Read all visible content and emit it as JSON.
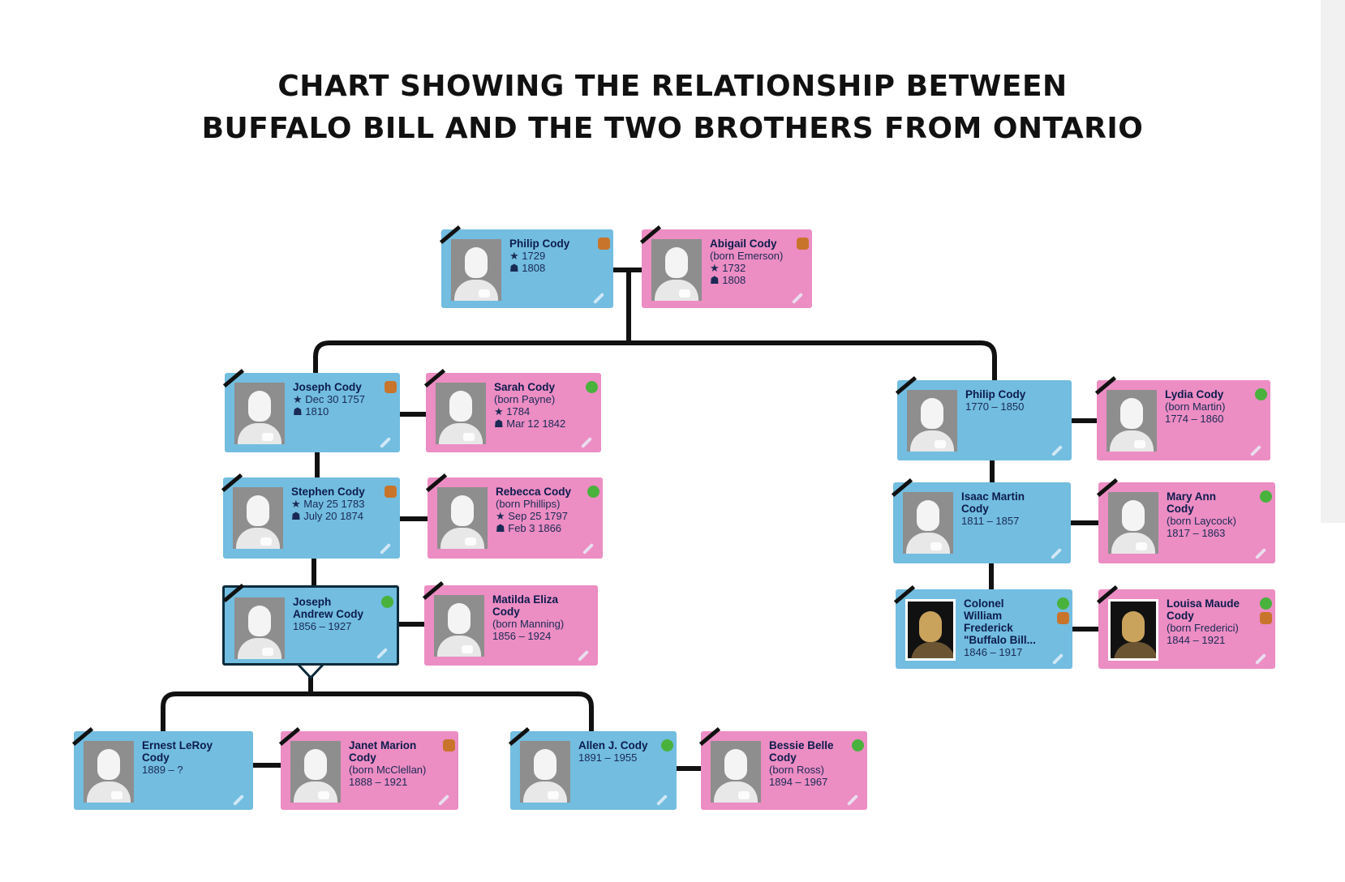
{
  "title": {
    "line1": "CHART SHOWING THE RELATIONSHIP BETWEEN",
    "line2": "BUFFALO BILL AND THE TWO BROTHERS FROM ONTARIO"
  },
  "colors": {
    "male": "#72bde0",
    "female": "#ec8dc3",
    "line": "#111111"
  },
  "people": [
    {
      "id": "philip-cody-1729",
      "gender": "male",
      "name": [
        "Philip Cody"
      ],
      "details": [
        "★ 1729",
        "☗ 1808"
      ],
      "badges": [
        "orange"
      ]
    },
    {
      "id": "abigail-cody",
      "gender": "female",
      "name": [
        "Abigail Cody"
      ],
      "details": [
        "(born Emerson)",
        "★ 1732",
        "☗ 1808"
      ],
      "badges": [
        "orange"
      ]
    },
    {
      "id": "joseph-cody",
      "gender": "male",
      "name": [
        "Joseph Cody"
      ],
      "details": [
        "★ Dec 30 1757",
        "☗ 1810"
      ],
      "badges": [
        "orange"
      ]
    },
    {
      "id": "sarah-cody",
      "gender": "female",
      "name": [
        "Sarah Cody"
      ],
      "details": [
        "(born Payne)",
        "★ 1784",
        "☗ Mar 12 1842"
      ],
      "badges": [
        "green"
      ]
    },
    {
      "id": "stephen-cody",
      "gender": "male",
      "name": [
        "Stephen Cody"
      ],
      "details": [
        "★ May 25 1783",
        "☗ July 20 1874"
      ],
      "badges": [
        "orange"
      ]
    },
    {
      "id": "rebecca-cody",
      "gender": "female",
      "name": [
        "Rebecca Cody"
      ],
      "details": [
        "(born Phillips)",
        "★ Sep 25 1797",
        "☗ Feb 3 1866"
      ],
      "badges": [
        "green"
      ]
    },
    {
      "id": "joseph-andrew-cody",
      "gender": "male",
      "selected": true,
      "name": [
        "Joseph",
        "Andrew Cody"
      ],
      "details": [
        "1856 – 1927"
      ],
      "badges": [
        "green"
      ]
    },
    {
      "id": "matilda-eliza-cody",
      "gender": "female",
      "name": [
        "Matilda Eliza",
        "Cody"
      ],
      "details": [
        "(born Manning)",
        "1856 – 1924"
      ],
      "badges": []
    },
    {
      "id": "philip-cody-1770",
      "gender": "male",
      "name": [
        "Philip Cody"
      ],
      "details": [
        "1770 – 1850"
      ],
      "badges": []
    },
    {
      "id": "lydia-cody",
      "gender": "female",
      "name": [
        "Lydia Cody"
      ],
      "details": [
        "(born Martin)",
        "1774 – 1860"
      ],
      "badges": [
        "green"
      ]
    },
    {
      "id": "isaac-martin-cody",
      "gender": "male",
      "name": [
        "Isaac Martin",
        "Cody"
      ],
      "details": [
        "1811 – 1857"
      ],
      "badges": []
    },
    {
      "id": "mary-ann-cody",
      "gender": "female",
      "name": [
        "Mary Ann",
        "Cody"
      ],
      "details": [
        "(born Laycock)",
        "1817 – 1863"
      ],
      "badges": [
        "green"
      ]
    },
    {
      "id": "buffalo-bill",
      "gender": "male",
      "photo": true,
      "name": [
        "Colonel",
        "William",
        "Frederick",
        "\"Buffalo Bill..."
      ],
      "details": [
        "1846 – 1917"
      ],
      "badges": [
        "green",
        "orange"
      ]
    },
    {
      "id": "louisa-maude-cody",
      "gender": "female",
      "photo": true,
      "name": [
        "Louisa Maude",
        "Cody"
      ],
      "details": [
        "(born Frederici)",
        "1844 – 1921"
      ],
      "badges": [
        "green",
        "orange"
      ]
    },
    {
      "id": "ernest-leroy-cody",
      "gender": "male",
      "name": [
        "Ernest LeRoy",
        "Cody"
      ],
      "details": [
        "1889 – ?"
      ],
      "badges": []
    },
    {
      "id": "janet-marion-cody",
      "gender": "female",
      "name": [
        "Janet Marion",
        "Cody"
      ],
      "details": [
        "(born McClellan)",
        "1888 – 1921"
      ],
      "badges": [
        "orange"
      ]
    },
    {
      "id": "allen-j-cody",
      "gender": "male",
      "name": [
        "Allen J. Cody"
      ],
      "details": [
        "1891 – 1955"
      ],
      "badges": [
        "green"
      ]
    },
    {
      "id": "bessie-belle-cody",
      "gender": "female",
      "name": [
        "Bessie Belle",
        "Cody"
      ],
      "details": [
        "(born Ross)",
        "1894 – 1967"
      ],
      "badges": [
        "green"
      ]
    }
  ]
}
